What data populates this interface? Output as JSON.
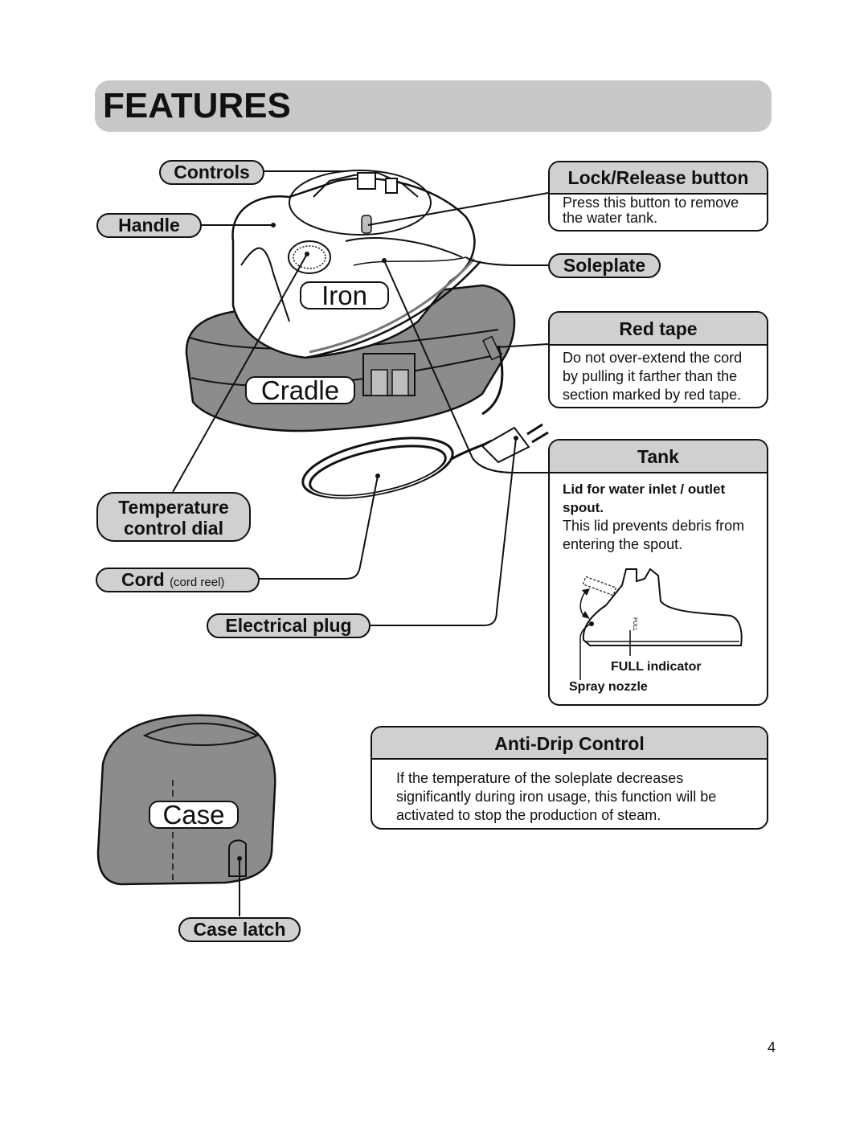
{
  "title": "FEATURES",
  "labels": {
    "controls": "Controls",
    "handle": "Handle",
    "iron": "Iron",
    "cradle": "Cradle",
    "temperature_line1": "Temperature",
    "temperature_line2": "control dial",
    "cord": "Cord",
    "cord_note": "(cord reel)",
    "electrical_plug": "Electrical plug",
    "soleplate": "Soleplate",
    "case": "Case",
    "case_latch": "Case latch"
  },
  "lock_release": {
    "heading": "Lock/Release button",
    "text_line1": "Press this button to remove",
    "text_line2": "the water tank."
  },
  "red_tape": {
    "heading": "Red tape",
    "text_line1": "Do not over-extend the cord",
    "text_line2": "by pulling it farther than the",
    "text_line3": "section marked by red tape."
  },
  "tank": {
    "heading": "Tank",
    "lid_line1": "Lid for water inlet / outlet",
    "lid_line2": "spout.",
    "text_line1": "This lid prevents debris from",
    "text_line2": "entering the spout.",
    "full_indicator": "FULL indicator",
    "spray_nozzle": "Spray nozzle",
    "full_mark": "FULL"
  },
  "anti_drip": {
    "heading": "Anti-Drip Control",
    "text_line1": "If the temperature of the soleplate decreases",
    "text_line2": "significantly during iron usage, this function will be",
    "text_line3": "activated to stop the production of steam."
  },
  "page_number": "4"
}
